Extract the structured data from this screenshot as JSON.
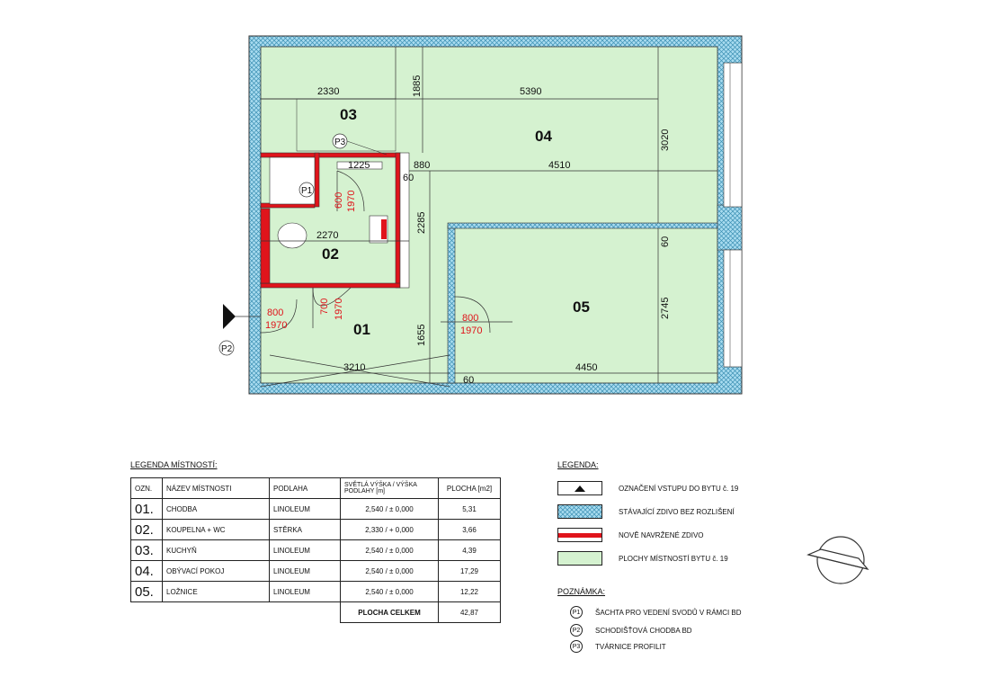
{
  "plan": {
    "rooms": [
      {
        "id": "01",
        "label": "01"
      },
      {
        "id": "02",
        "label": "02"
      },
      {
        "id": "03",
        "label": "03"
      },
      {
        "id": "04",
        "label": "04"
      },
      {
        "id": "05",
        "label": "05"
      }
    ],
    "dimensions": {
      "d2330": "2330",
      "d5390": "5390",
      "d1885": "1885",
      "d3020": "3020",
      "d1225": "1225",
      "d880": "880",
      "d4510": "4510",
      "d60a": "60",
      "d2270": "2270",
      "d2285": "2285",
      "d60b": "60",
      "d2745": "2745",
      "d1655": "1655",
      "d3210": "3210",
      "d4450": "4450",
      "d60c": "60"
    },
    "doors": {
      "bath_w": "600",
      "bath_h": "1970",
      "wc_w": "700",
      "wc_h": "1970",
      "entry_w": "800",
      "entry_h": "1970",
      "bed_w": "800",
      "bed_h": "1970"
    },
    "tags": {
      "p1": "P1",
      "p2": "P2",
      "p3": "P3"
    }
  },
  "room_legend": {
    "title": "LEGENDA MÍSTNOSTÍ:",
    "headers": [
      "OZN.",
      "NÁZEV MÍSTNOSTI",
      "PODLAHA",
      "SVĚTLÁ VÝŠKA / VÝŠKA PODLAHY [m]",
      "PLOCHA [m2]"
    ],
    "rows": [
      {
        "num": "01.",
        "name": "CHODBA",
        "floor": "LINOLEUM",
        "height": "2,540",
        "sep": "/",
        "level": "± 0,000",
        "area": "5,31"
      },
      {
        "num": "02.",
        "name": "KOUPELNA + WC",
        "floor": "STĚRKA",
        "height": "2,330",
        "sep": "/",
        "level": "+ 0,000",
        "area": "3,66"
      },
      {
        "num": "03.",
        "name": "KUCHYŇ",
        "floor": "LINOLEUM",
        "height": "2,540",
        "sep": "/",
        "level": "± 0,000",
        "area": "4,39"
      },
      {
        "num": "04.",
        "name": "OBÝVACÍ POKOJ",
        "floor": "LINOLEUM",
        "height": "2,540",
        "sep": "/",
        "level": "± 0,000",
        "area": "17,29"
      },
      {
        "num": "05.",
        "name": "LOŽNICE",
        "floor": "LINOLEUM",
        "height": "2,540",
        "sep": "/",
        "level": "± 0,000",
        "area": "12,22"
      }
    ],
    "total_label": "PLOCHA CELKEM",
    "total_value": "42,87"
  },
  "legend": {
    "title": "LEGENDA:",
    "items": [
      {
        "label": "OZNAČENÍ VSTUPU DO BYTU č. 19",
        "swatch": "arrow"
      },
      {
        "label": "STÁVAJÍCÍ ZDIVO BEZ ROZLIŠENÍ",
        "swatch": "hatch"
      },
      {
        "label": "NOVĚ NAVRŽENÉ ZDIVO",
        "swatch": "red"
      },
      {
        "label": "PLOCHY MÍSTNOSTÍ BYTU č. 19",
        "swatch": "green"
      }
    ],
    "colors": {
      "room": "#d5f2d0",
      "existing": "#9fd7ee",
      "new_wall": "#e0141b"
    }
  },
  "notes": {
    "title": "POZNÁMKA:",
    "items": [
      {
        "tag": "P1",
        "label": "ŠACHTA PRO VEDENÍ SVODŮ V RÁMCI BD"
      },
      {
        "tag": "P2",
        "label": "SCHODIŠŤOVÁ CHODBA BD"
      },
      {
        "tag": "P3",
        "label": "TVÁRNICE PROFILIT"
      }
    ]
  }
}
